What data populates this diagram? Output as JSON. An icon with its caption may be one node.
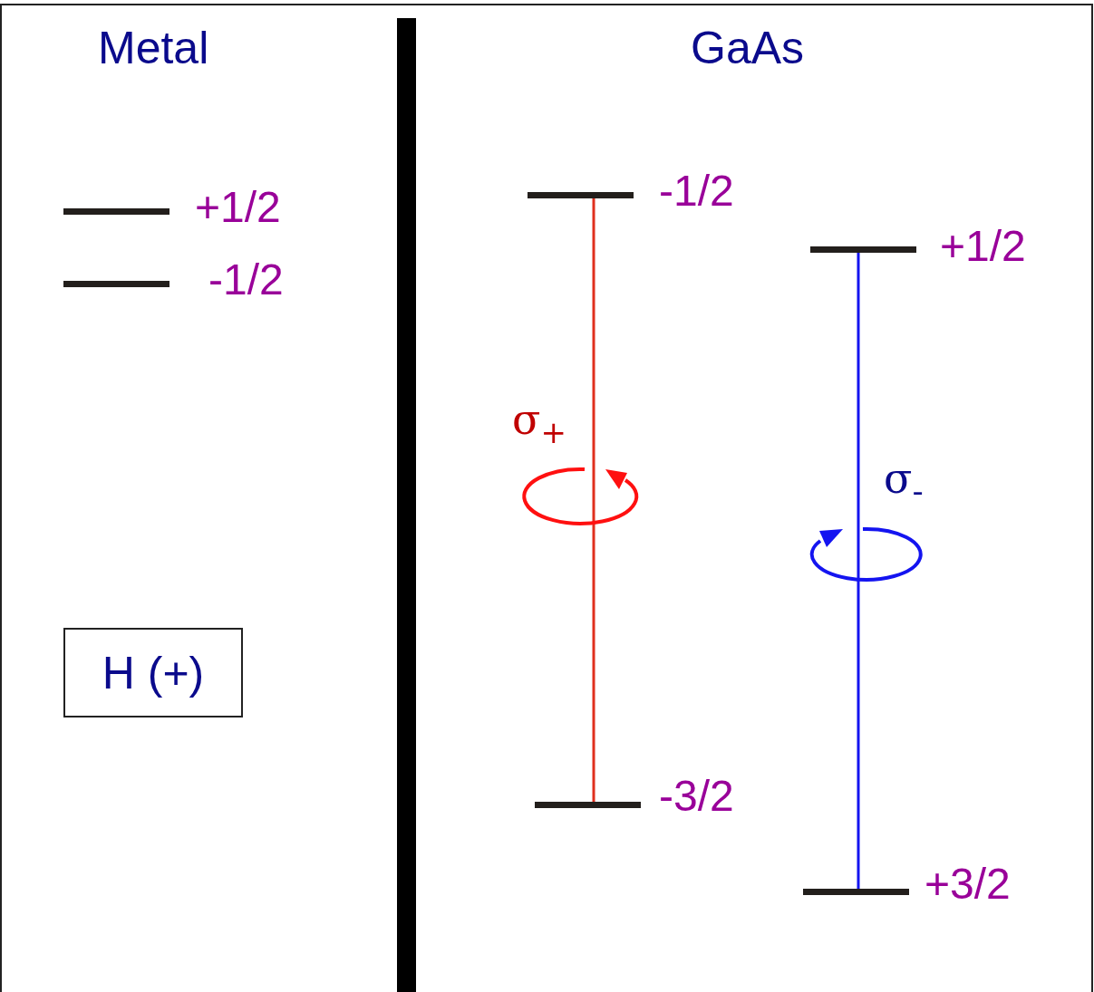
{
  "diagram": {
    "nodes": [
      {
        "text": [],
        "shape": "bar",
        "beside": [
          "+1/2"
        ]
      },
      {
        "text": [],
        "shape": "bar",
        "beside": [
          "-1/2"
        ]
      },
      {
        "text": [],
        "shape": "bar",
        "beside": [
          "-1/2"
        ]
      },
      {
        "text": [],
        "shape": "bar",
        "beside": [
          "+1/2"
        ]
      },
      {
        "text": [],
        "shape": "bar",
        "beside": [
          "-3/2"
        ]
      },
      {
        "text": [],
        "shape": "bar",
        "beside": [
          "+3/2"
        ]
      },
      {
        "text": [
          "H (+)"
        ]
      },
      {
        "text": [],
        "shape": "bar"
      }
    ],
    "edges": [
      {
        "from": 4,
        "to": 2,
        "arrow": "none",
        "label": "σ$_{+}$",
        "color": "#e0301e"
      },
      {
        "from": 5,
        "to": 3,
        "arrow": "none",
        "label": "σ$_{-}$",
        "color": "#1414f0"
      }
    ],
    "labels": [
      "Metal",
      "GaAs"
    ]
  }
}
